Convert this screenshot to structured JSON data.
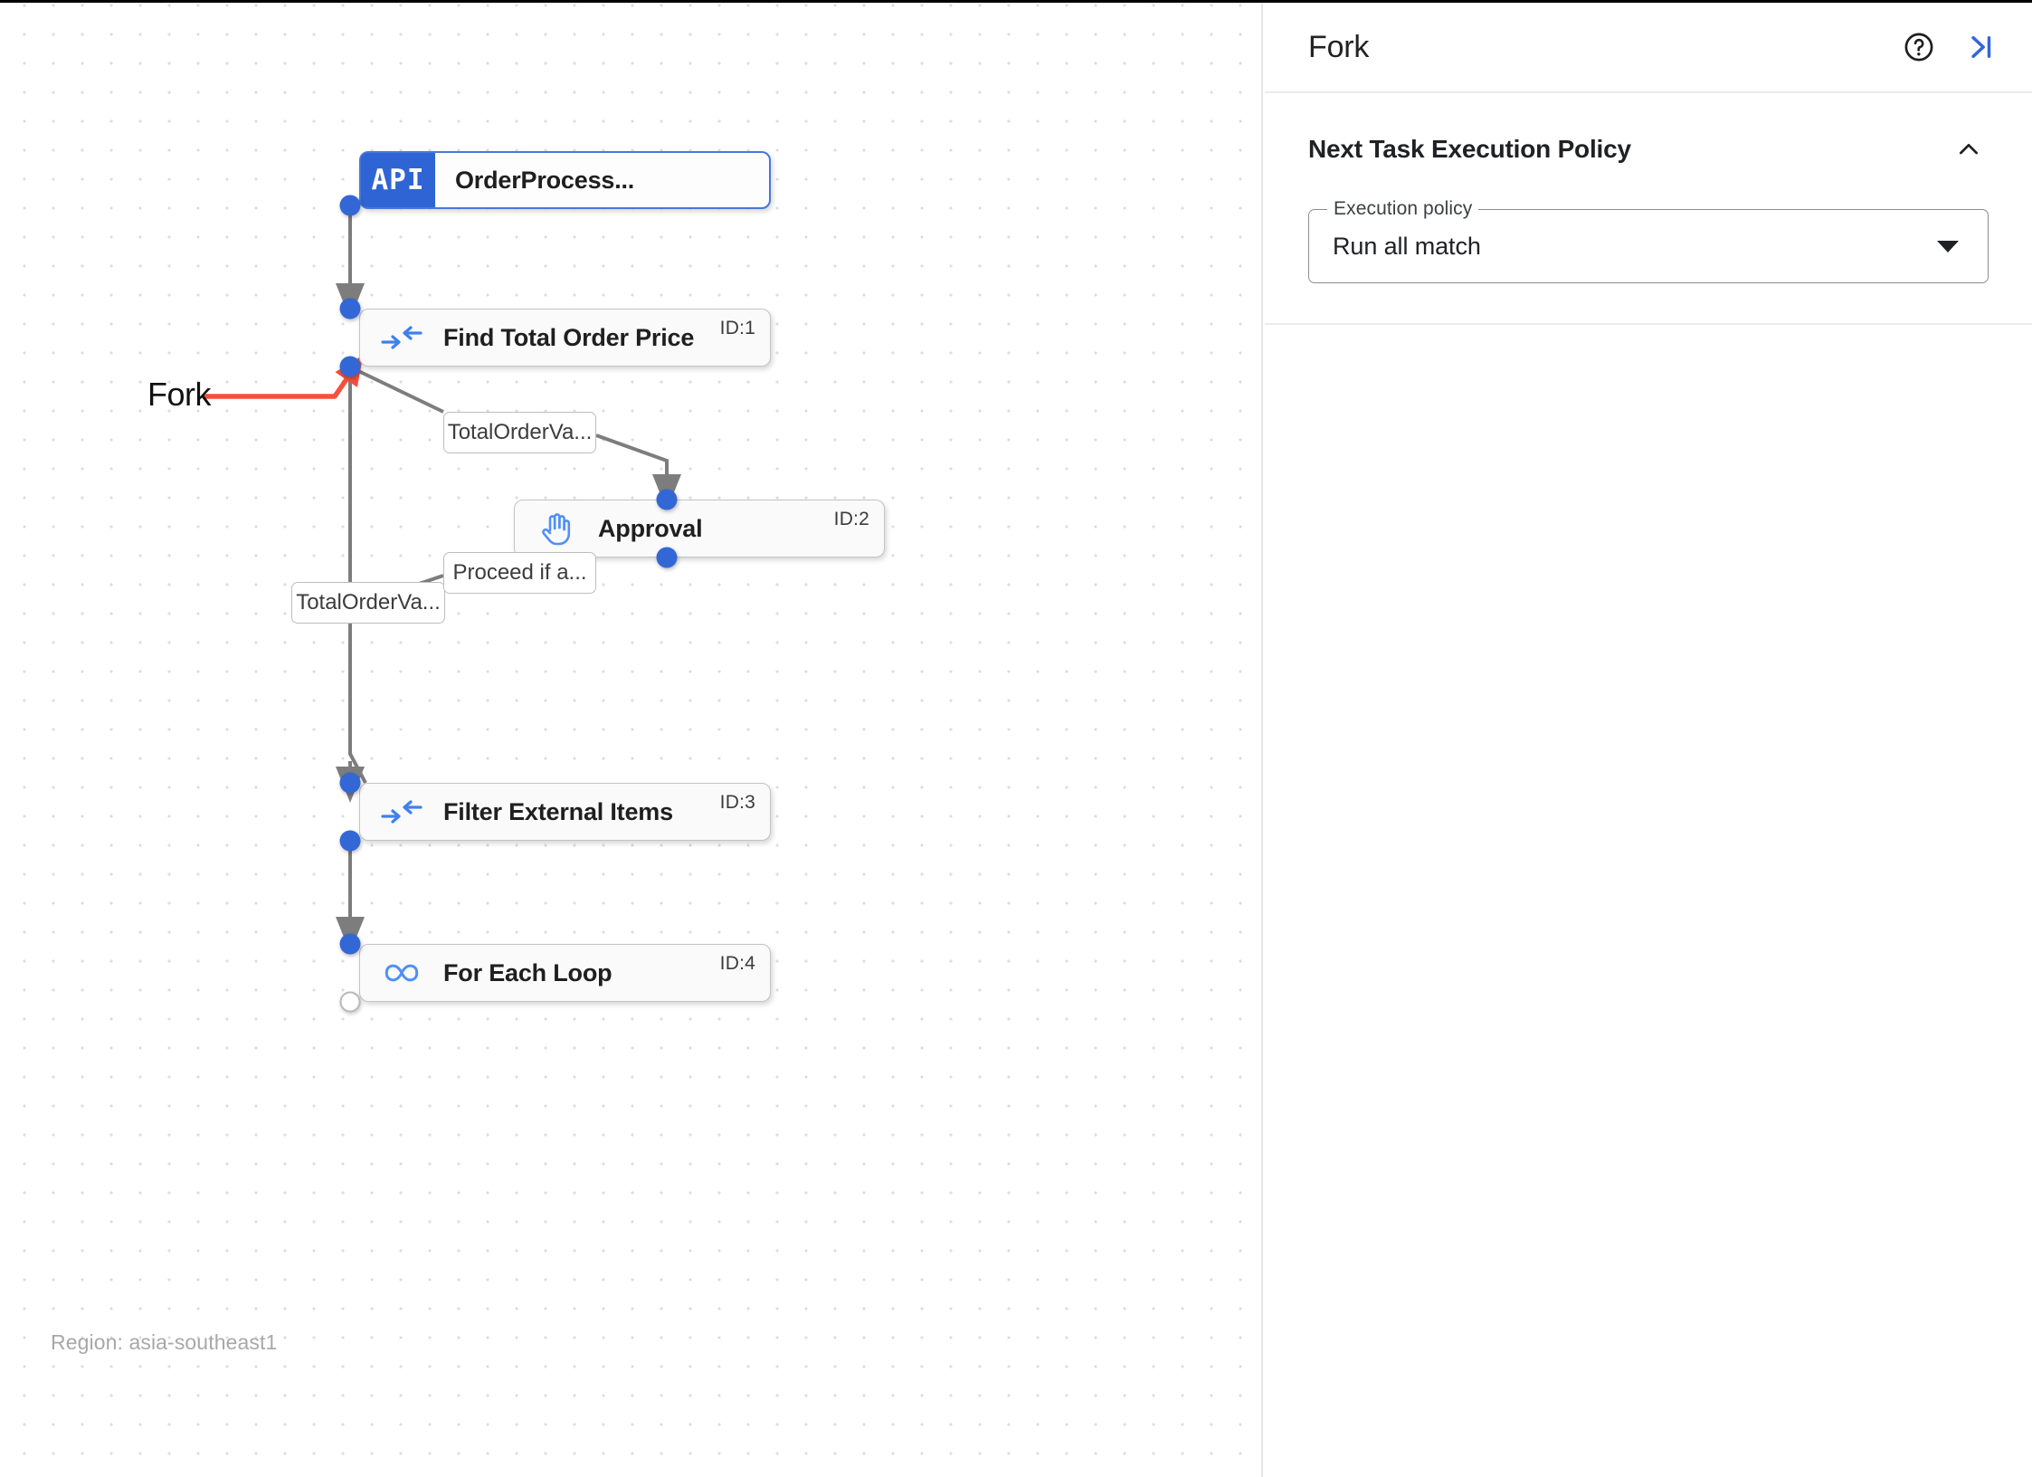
{
  "canvas": {
    "region_label": "Region: asia-southeast1",
    "annotation": {
      "text": "Fork",
      "color": "#f4503c"
    },
    "nodes": [
      {
        "id": "n0",
        "label": "OrderProcess...",
        "icon": "api-icon",
        "badge": "API",
        "id_badge": "",
        "selected": true
      },
      {
        "id": "n1",
        "label": "Find Total Order Price",
        "icon": "merge-arrows-icon",
        "id_badge": "ID:1",
        "selected": false
      },
      {
        "id": "n2",
        "label": "Approval",
        "icon": "hand-icon",
        "id_badge": "ID:2",
        "selected": false
      },
      {
        "id": "n3",
        "label": "Filter External Items",
        "icon": "merge-arrows-icon",
        "id_badge": "ID:3",
        "selected": false
      },
      {
        "id": "n4",
        "label": "For Each Loop",
        "icon": "infinity-icon",
        "id_badge": "ID:4",
        "selected": false
      }
    ],
    "edge_labels": [
      {
        "id": "e0",
        "text": "TotalOrderVa..."
      },
      {
        "id": "e1",
        "text": "TotalOrderVa..."
      },
      {
        "id": "e2",
        "text": "Proceed if a..."
      }
    ]
  },
  "panel": {
    "title": "Fork",
    "help_icon": "help-circle-icon",
    "collapse_icon": "collapse-panel-right-icon",
    "section": {
      "title": "Next Task Execution Policy",
      "collapse_icon": "chevron-up-icon",
      "field": {
        "legend": "Execution policy",
        "value": "Run all match",
        "options": [
          "Run all match"
        ]
      }
    }
  },
  "colors": {
    "accent_blue": "#3367d6",
    "api_blue": "#2f64d4",
    "annotation_red": "#f4503c",
    "edge_gray": "#7d7d7d"
  }
}
